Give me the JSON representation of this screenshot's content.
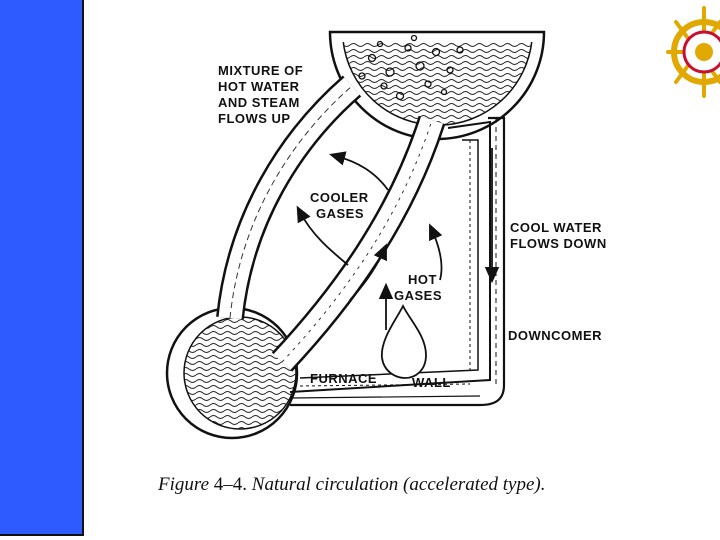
{
  "labels": {
    "mixture": [
      "MIXTURE OF",
      "HOT WATER",
      "AND STEAM",
      "FLOWS UP"
    ],
    "cooler": [
      "COOLER",
      "GASES"
    ],
    "cool_water": [
      "COOL WATER",
      "FLOWS DOWN"
    ],
    "hot": [
      "HOT",
      "GASES"
    ],
    "downcomer": "DOWNCOMER",
    "furnace": "FURNACE",
    "wall": "WALL"
  },
  "caption": {
    "prefix": "Figure",
    "number": "4–4.",
    "text": "Natural circulation (accelerated type)."
  },
  "colors": {
    "sidebar": "#2e5bff",
    "logo_gold": "#e0a800",
    "logo_red": "#c8102e"
  },
  "icons": {
    "logo": "ship-wheel-icon"
  }
}
